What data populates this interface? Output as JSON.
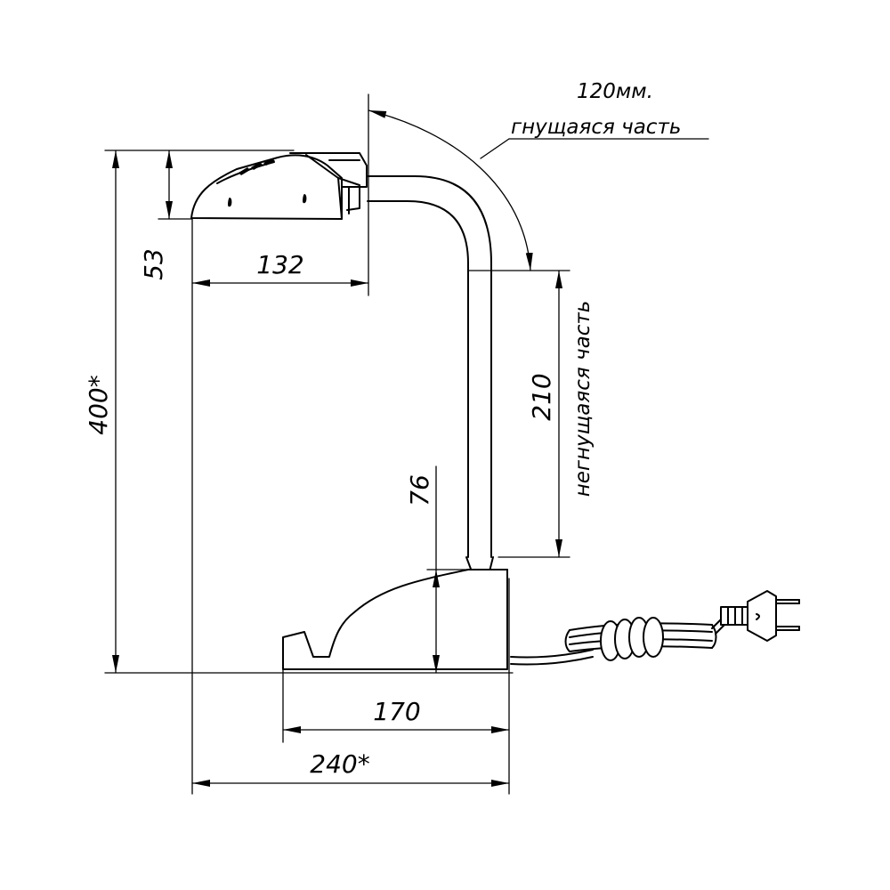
{
  "dimensions": {
    "overall_height": "400*",
    "head_height": "53",
    "head_length": "132",
    "base_height": "76",
    "base_length": "170",
    "overall_length": "240*",
    "rigid_part_length": "210"
  },
  "notes": {
    "flexible_length": "120мм.",
    "flexible_label": "гнущаяся часть",
    "rigid_label": "негнущаяся часть"
  }
}
